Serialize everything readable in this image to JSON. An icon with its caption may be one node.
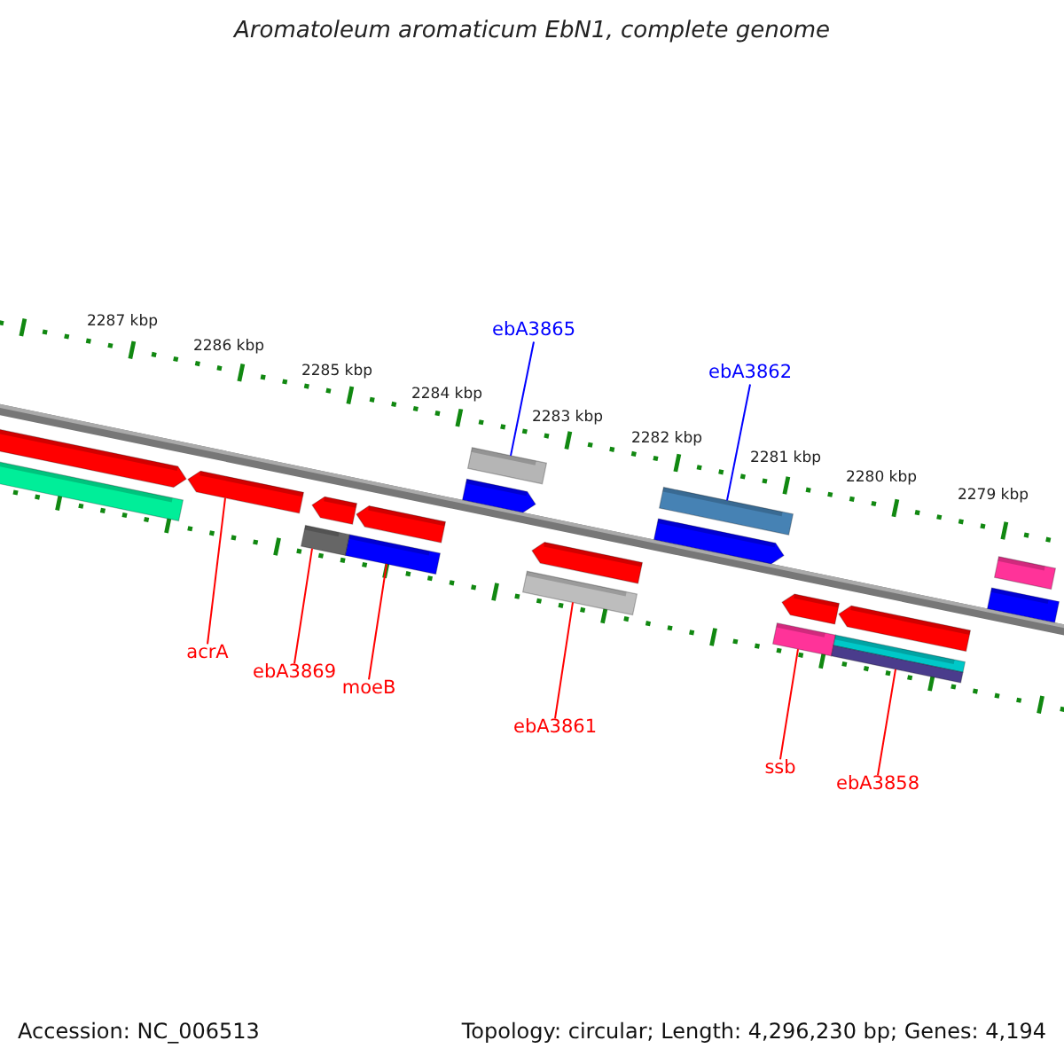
{
  "diagram": {
    "title": "Aromatoleum aromaticum EbN1, complete genome",
    "nodes": [
      {
        "text": [
          "ebA3865"
        ]
      },
      {
        "text": [
          "ebA3862"
        ]
      },
      {
        "text": [
          "acrA"
        ]
      },
      {
        "text": [
          "ebA3869"
        ]
      },
      {
        "text": [
          "moeB"
        ]
      },
      {
        "text": [
          "ebA3861"
        ]
      },
      {
        "text": [
          "ssb"
        ]
      },
      {
        "text": [
          "ebA3858"
        ]
      },
      {
        "text": [],
        "shape": "arrow"
      },
      {
        "text": [],
        "shape": "bar"
      },
      {
        "text": [],
        "shape": "arrow"
      },
      {
        "text": [],
        "shape": "arrow"
      },
      {
        "text": [],
        "shape": "arrow"
      },
      {
        "text": [],
        "shape": "bar"
      },
      {
        "text": [],
        "shape": "bar"
      },
      {
        "text": [],
        "shape": "bar"
      },
      {
        "text": [],
        "shape": "arrow"
      },
      {
        "text": [],
        "shape": "bar"
      },
      {
        "text": [],
        "shape": "arrow"
      },
      {
        "text": [],
        "shape": "arrow"
      },
      {
        "text": [],
        "shape": "bar"
      },
      {
        "text": [],
        "shape": "arrow"
      },
      {
        "text": [],
        "shape": "arrow"
      },
      {
        "text": [],
        "shape": "bar"
      },
      {
        "text": [],
        "shape": "bar"
      },
      {
        "text": [],
        "shape": "bar"
      },
      {
        "text": [],
        "shape": "bar"
      }
    ],
    "edges": [
      {
        "from": 0,
        "to": 15,
        "arrow": "none",
        "color": "#0000ff"
      },
      {
        "from": 1,
        "to": 17,
        "arrow": "none",
        "color": "#0000ff"
      },
      {
        "from": 2,
        "to": 10,
        "arrow": "none"
      },
      {
        "from": 3,
        "to": 13,
        "arrow": "none"
      },
      {
        "from": 4,
        "to": 14,
        "arrow": "none"
      },
      {
        "from": 5,
        "to": 20,
        "arrow": "none"
      },
      {
        "from": 6,
        "to": 23,
        "arrow": "none"
      },
      {
        "from": 7,
        "to": 24,
        "arrow": "none"
      }
    ],
    "labels": [
      "2287 kbp",
      "2286 kbp",
      "2285 kbp",
      "2284 kbp",
      "2283 kbp",
      "2282 kbp",
      "2281 kbp",
      "2280 kbp",
      "2279 kbp",
      "Accession: NC_006513",
      "Topology: circular; Length: 4,296,230 bp; Genes: 4,194"
    ]
  }
}
